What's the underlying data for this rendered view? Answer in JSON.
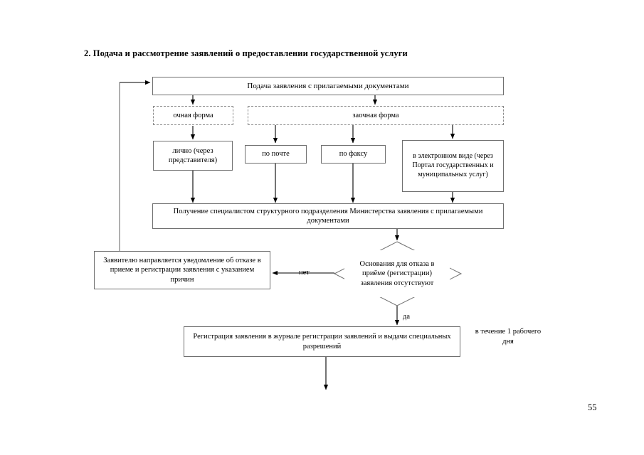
{
  "document": {
    "title": "2. Подача и рассмотрение заявлений о предоставлении государственной услуги",
    "page_number": "55"
  },
  "flowchart": {
    "nodes": {
      "submission": "Подача заявления с прилагаемыми документами",
      "in_person_form": "очная форма",
      "remote_form": "заочная форма",
      "in_person_method": "лично (через представителя)",
      "by_mail": "по почте",
      "by_fax": "по факсу",
      "electronic": "в электронном виде (через Портал государственных и муниципальных услуг)",
      "received_by_specialist": "Получение специалистом структурного подразделения Министерства заявления с прилагаемыми документами",
      "decision": "Основания для отказа в приёме (регистрации) заявления отсутствуют",
      "refusal_notice": "Заявителю направляется уведомление об отказе в приеме и регистрации заявления с указанием причин",
      "registration": "Регистрация заявления в журнале регистрации заявлений и выдачи специальных разрешений"
    },
    "edge_labels": {
      "no": "нет",
      "yes": "да"
    },
    "annotations": {
      "timeframe": "в течение 1 рабочего дня"
    },
    "colors": {
      "line": "#6f6f6f",
      "dashed_line": "#8a8a8a",
      "arrow": "#000000",
      "background": "#ffffff"
    }
  }
}
